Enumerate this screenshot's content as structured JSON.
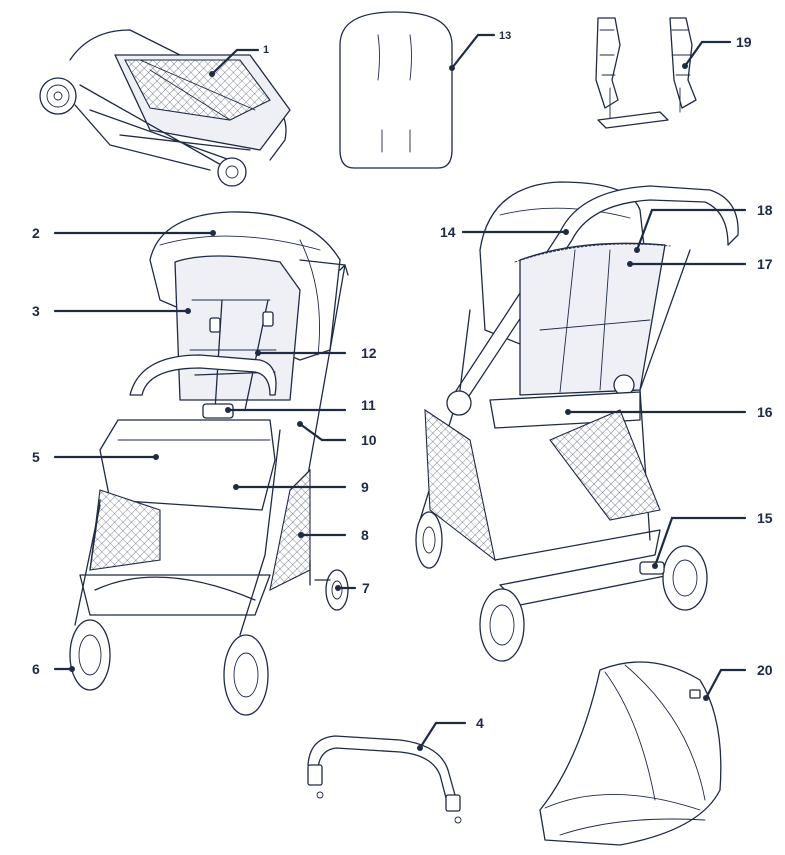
{
  "callouts": {
    "c1": "1",
    "c2": "2",
    "c3": "3",
    "c4": "4",
    "c5": "5",
    "c6": "6",
    "c7": "7",
    "c8": "8",
    "c9": "9",
    "c10": "10",
    "c11": "11",
    "c12": "12",
    "c13": "13",
    "c14": "14",
    "c15": "15",
    "c16": "16",
    "c17": "17",
    "c18": "18",
    "c19": "19",
    "c20": "20"
  },
  "colors": {
    "line": "#1f2a44",
    "mesh_fill": "#eef0f5",
    "background": "#ffffff"
  }
}
